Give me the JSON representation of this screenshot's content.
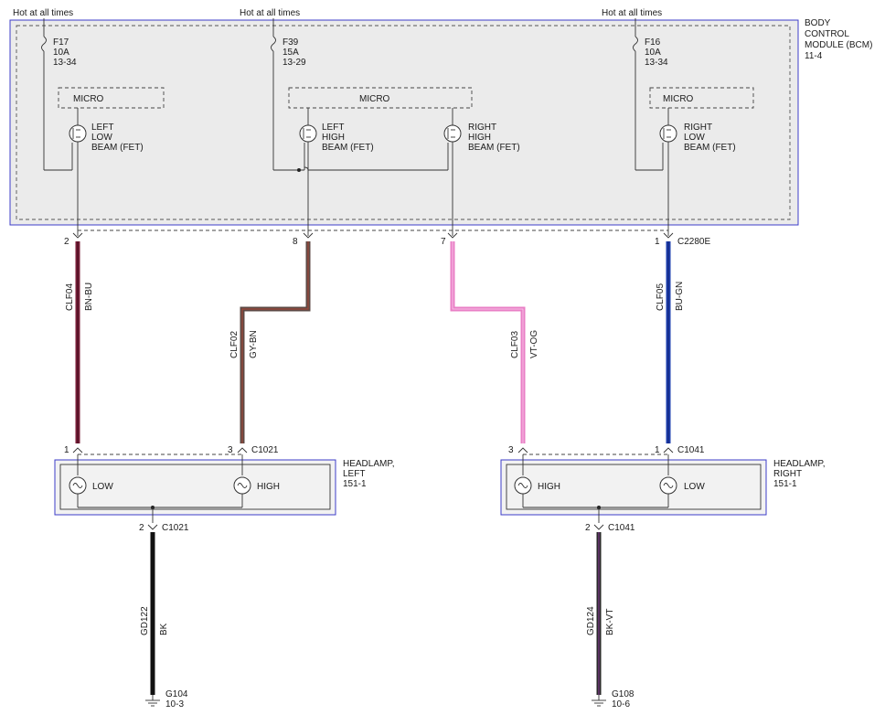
{
  "diagram": {
    "hot_labels": [
      "Hot at all times",
      "Hot at all times",
      "Hot at all times"
    ],
    "bcm": {
      "title_lines": [
        "BODY",
        "CONTROL",
        "MODULE (BCM)",
        "11-4"
      ]
    },
    "fuses": [
      {
        "lines": [
          "F17",
          "10A",
          "13-34"
        ]
      },
      {
        "lines": [
          "F39",
          "15A",
          "13-29"
        ]
      },
      {
        "lines": [
          "F16",
          "10A",
          "13-34"
        ]
      }
    ],
    "micro_labels": [
      "MICRO",
      "MICRO",
      "MICRO"
    ],
    "fets": [
      {
        "lines": [
          "LEFT",
          "LOW",
          "BEAM (FET)"
        ]
      },
      {
        "lines": [
          "LEFT",
          "HIGH",
          "BEAM (FET)"
        ]
      },
      {
        "lines": [
          "RIGHT",
          "HIGH",
          "BEAM (FET)"
        ]
      },
      {
        "lines": [
          "RIGHT",
          "LOW",
          "BEAM (FET)"
        ]
      }
    ],
    "bcm_pins": [
      "2",
      "8",
      "7",
      "1"
    ],
    "bcm_connector": "C2280E",
    "wires": [
      {
        "circuit": "CLF04",
        "color": "BN-BU",
        "main_hex": "#7a1f3a",
        "stripe_hex": "#5a1028"
      },
      {
        "circuit": "CLF02",
        "color": "GY-BN",
        "main_hex": "#7a6e6a",
        "stripe_hex": "#8b3a2a"
      },
      {
        "circuit": "CLF03",
        "color": "VT-OG",
        "main_hex": "#e97fc6",
        "stripe_hex": "#f0a0d8"
      },
      {
        "circuit": "CLF05",
        "color": "BU-GN",
        "main_hex": "#1e3fae",
        "stripe_hex": "#10268a"
      }
    ],
    "headlamp_left": {
      "title_lines": [
        "HEADLAMP,",
        "LEFT",
        "151-1"
      ],
      "pins": [
        "1",
        "3"
      ],
      "connector": "C1021",
      "bulbs": [
        "LOW",
        "HIGH"
      ],
      "ground_pin": "2",
      "ground_connector": "C1021"
    },
    "headlamp_right": {
      "title_lines": [
        "HEADLAMP,",
        "RIGHT",
        "151-1"
      ],
      "pins": [
        "3",
        "1"
      ],
      "connector": "C1041",
      "bulbs": [
        "HIGH",
        "LOW"
      ],
      "ground_pin": "2",
      "ground_connector": "C1041"
    },
    "ground_wires": [
      {
        "circuit": "GD122",
        "color": "BK",
        "main_hex": "#111111"
      },
      {
        "circuit": "GD124",
        "color": "BK-VT",
        "main_hex": "#2a2a2a",
        "stripe_hex": "#8a3a9a"
      }
    ],
    "grounds": [
      {
        "lines": [
          "G104",
          "10-3"
        ]
      },
      {
        "lines": [
          "G108",
          "10-6"
        ]
      }
    ]
  }
}
